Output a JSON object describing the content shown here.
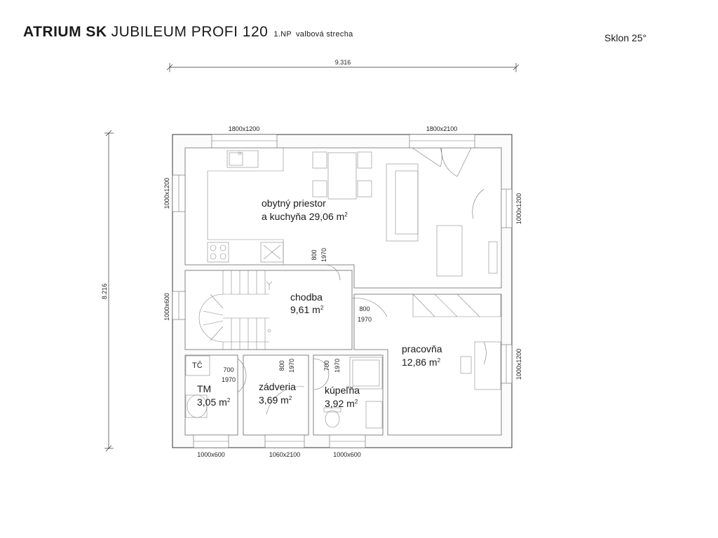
{
  "header": {
    "brand": "ATRIUM SK",
    "model": "JUBILEUM PROFI 120",
    "floor": "1.NP",
    "roof": "valbová strecha",
    "slope": "Sklon 25°"
  },
  "dimensions": {
    "overall_width": "9.316",
    "overall_height": "8.216"
  },
  "rooms": {
    "living": {
      "name_line1": "obytný priestor",
      "name_line2": "a kuchyňa 29,06 m",
      "sup": "2"
    },
    "hall": {
      "name": "chodba",
      "area": "9,61 m",
      "sup": "2"
    },
    "study": {
      "name": "pracovňa",
      "area": "12,86 m",
      "sup": "2"
    },
    "tm": {
      "name": "TM",
      "area": "3,05 m",
      "sup": "2",
      "label": "TČ"
    },
    "vestibule": {
      "name": "zádveria",
      "area": "3,69 m",
      "sup": "2"
    },
    "bathroom": {
      "name": "kúpeľňa",
      "area": "3,92 m",
      "sup": "2"
    }
  },
  "openings": {
    "win_top_left": "1800x1200",
    "win_top_right": "1800x2100",
    "win_left_top": "1000x1200",
    "win_left_mid": "1000x600",
    "win_right_top": "1000x1200",
    "win_right_bottom": "1000x1200",
    "win_bottom_left": "1000x600",
    "door_entry": "1060x2100",
    "win_bottom_right": "1000x600",
    "door_kitchen_w": "800",
    "door_kitchen_h": "1970",
    "door_study_w": "800",
    "door_study_h": "1970",
    "door_tm_w": "700",
    "door_tm_h": "1970",
    "door_vest_w": "800",
    "door_vest_h": "1970",
    "door_bath_w": "700",
    "door_bath_h": "1970"
  }
}
